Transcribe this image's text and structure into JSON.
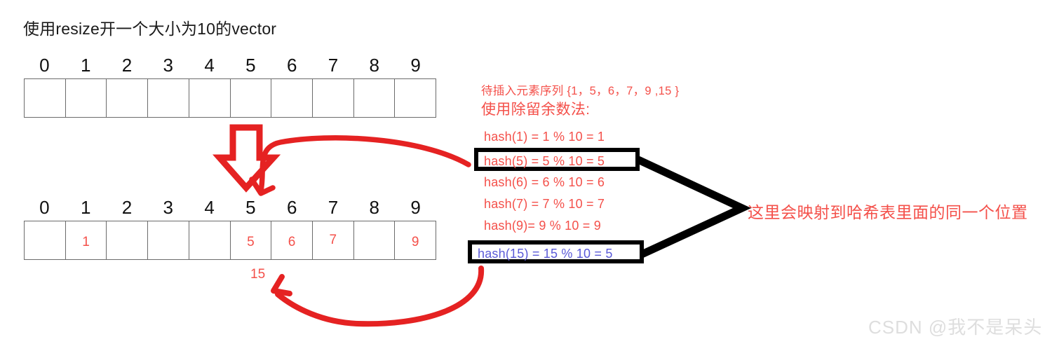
{
  "title": "使用resize开一个大小为10的vector",
  "tables": {
    "top": {
      "indices": [
        "0",
        "1",
        "2",
        "3",
        "4",
        "5",
        "6",
        "7",
        "8",
        "9"
      ],
      "values": [
        "",
        "",
        "",
        "",
        "",
        "",
        "",
        "",
        "",
        ""
      ]
    },
    "bottom": {
      "indices": [
        "0",
        "1",
        "2",
        "3",
        "4",
        "5",
        "6",
        "7",
        "8",
        "9"
      ],
      "values": [
        "",
        "1",
        "",
        "",
        "",
        "5",
        "6",
        "7",
        "",
        "9"
      ]
    }
  },
  "notes": {
    "sequence_label": "待插入元素序列   {1，5，6，7，9 ,15 }",
    "method_label": "使用除留余数法:",
    "mapping_note": "这里会映射到哈希表里面的同一个位置",
    "overflow_value": "15"
  },
  "hash_lines": [
    {
      "text": "hash(1) = 1 % 10 = 1",
      "boxed": false,
      "color": "#f4504a"
    },
    {
      "text": "hash(5) = 5 % 10 = 5",
      "boxed": true,
      "color": "#f4504a"
    },
    {
      "text": "hash(6) = 6 % 10 = 6",
      "boxed": false,
      "color": "#f4504a"
    },
    {
      "text": "hash(7) = 7 % 10 = 7",
      "boxed": false,
      "color": "#f4504a"
    },
    {
      "text": "hash(9)=  9 % 10 = 9",
      "boxed": false,
      "color": "#f4504a"
    },
    {
      "text": "hash(15) = 15 % 10 = 5",
      "boxed": true,
      "color": "#5a5ad8"
    }
  ],
  "watermark": "CSDN @我不是呆头",
  "colors": {
    "red": "#f4504a",
    "blue": "#5a5ad8",
    "arrow_red": "#e52222",
    "black": "#000000",
    "grid": "#6b6b6b",
    "watermark": "#dedede"
  }
}
